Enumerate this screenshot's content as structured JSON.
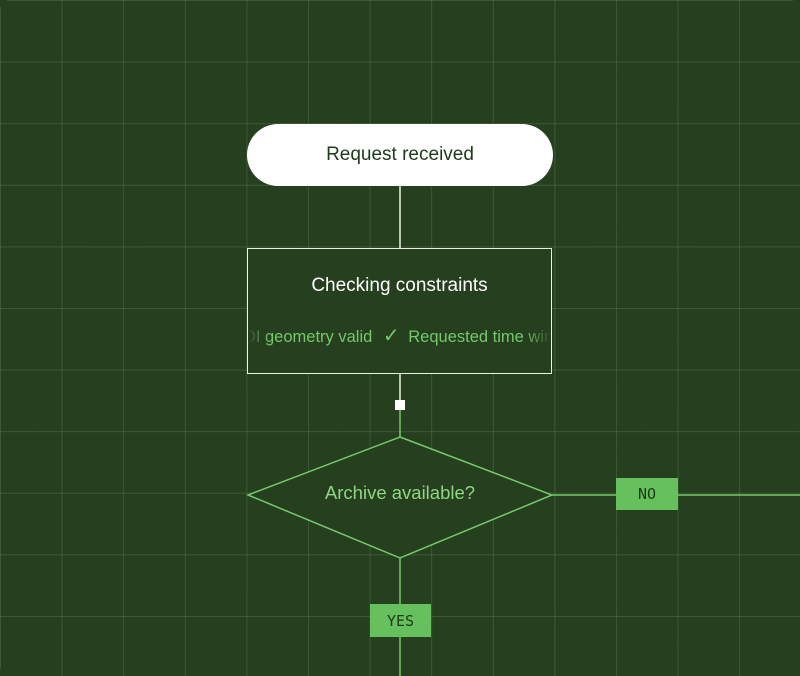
{
  "flowchart": {
    "start": {
      "label": "Request received"
    },
    "process": {
      "title": "Checking constraints",
      "checks": [
        "AOI geometry valid",
        "Requested time window"
      ]
    },
    "decision": {
      "label": "Archive available?",
      "branch_no": "NO",
      "branch_yes": "YES"
    },
    "colors": {
      "background": "#253f1f",
      "grid_line": "#3f5a38",
      "accent_green": "#67c05e",
      "text_green": "#74c969",
      "node_white": "#ffffff"
    }
  }
}
